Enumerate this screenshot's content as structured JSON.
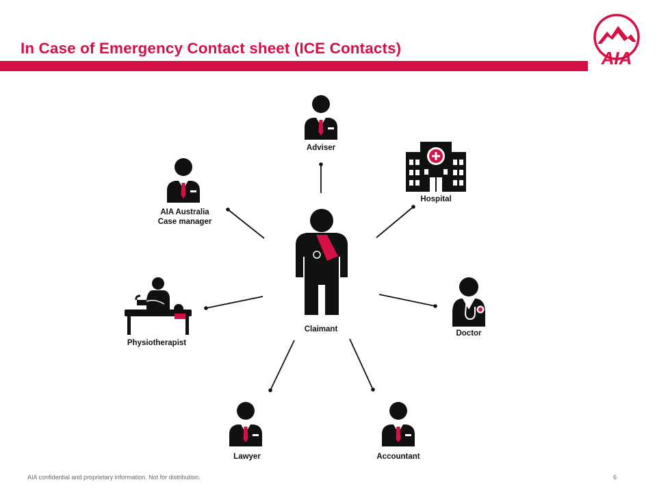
{
  "slide": {
    "title": "In Case of Emergency Contact sheet (ICE Contacts)",
    "footer": "AIA confidential and proprietary information. Not for distribution.",
    "page_number": "6"
  },
  "logo": {
    "text": "AIA",
    "icon": "aia-mountain-logo"
  },
  "diagram": {
    "center": {
      "label": "Claimant",
      "icon": "injured-person-sling-icon"
    },
    "nodes": [
      {
        "label": "Adviser",
        "icon": "businessperson-icon"
      },
      {
        "label": "Hospital",
        "icon": "hospital-building-icon"
      },
      {
        "label": "Doctor",
        "icon": "doctor-stethoscope-icon"
      },
      {
        "label": "Accountant",
        "icon": "businessperson-icon"
      },
      {
        "label": "Lawyer",
        "icon": "businessperson-icon"
      },
      {
        "label": "Physiotherapist",
        "icon": "physiotherapy-massage-icon"
      },
      {
        "label_line1": "AIA Australia",
        "label_line2": "Case manager",
        "icon": "businessperson-icon"
      }
    ]
  },
  "colors": {
    "accent": "#d31145",
    "icon": "#111111",
    "connector": "#111111"
  }
}
